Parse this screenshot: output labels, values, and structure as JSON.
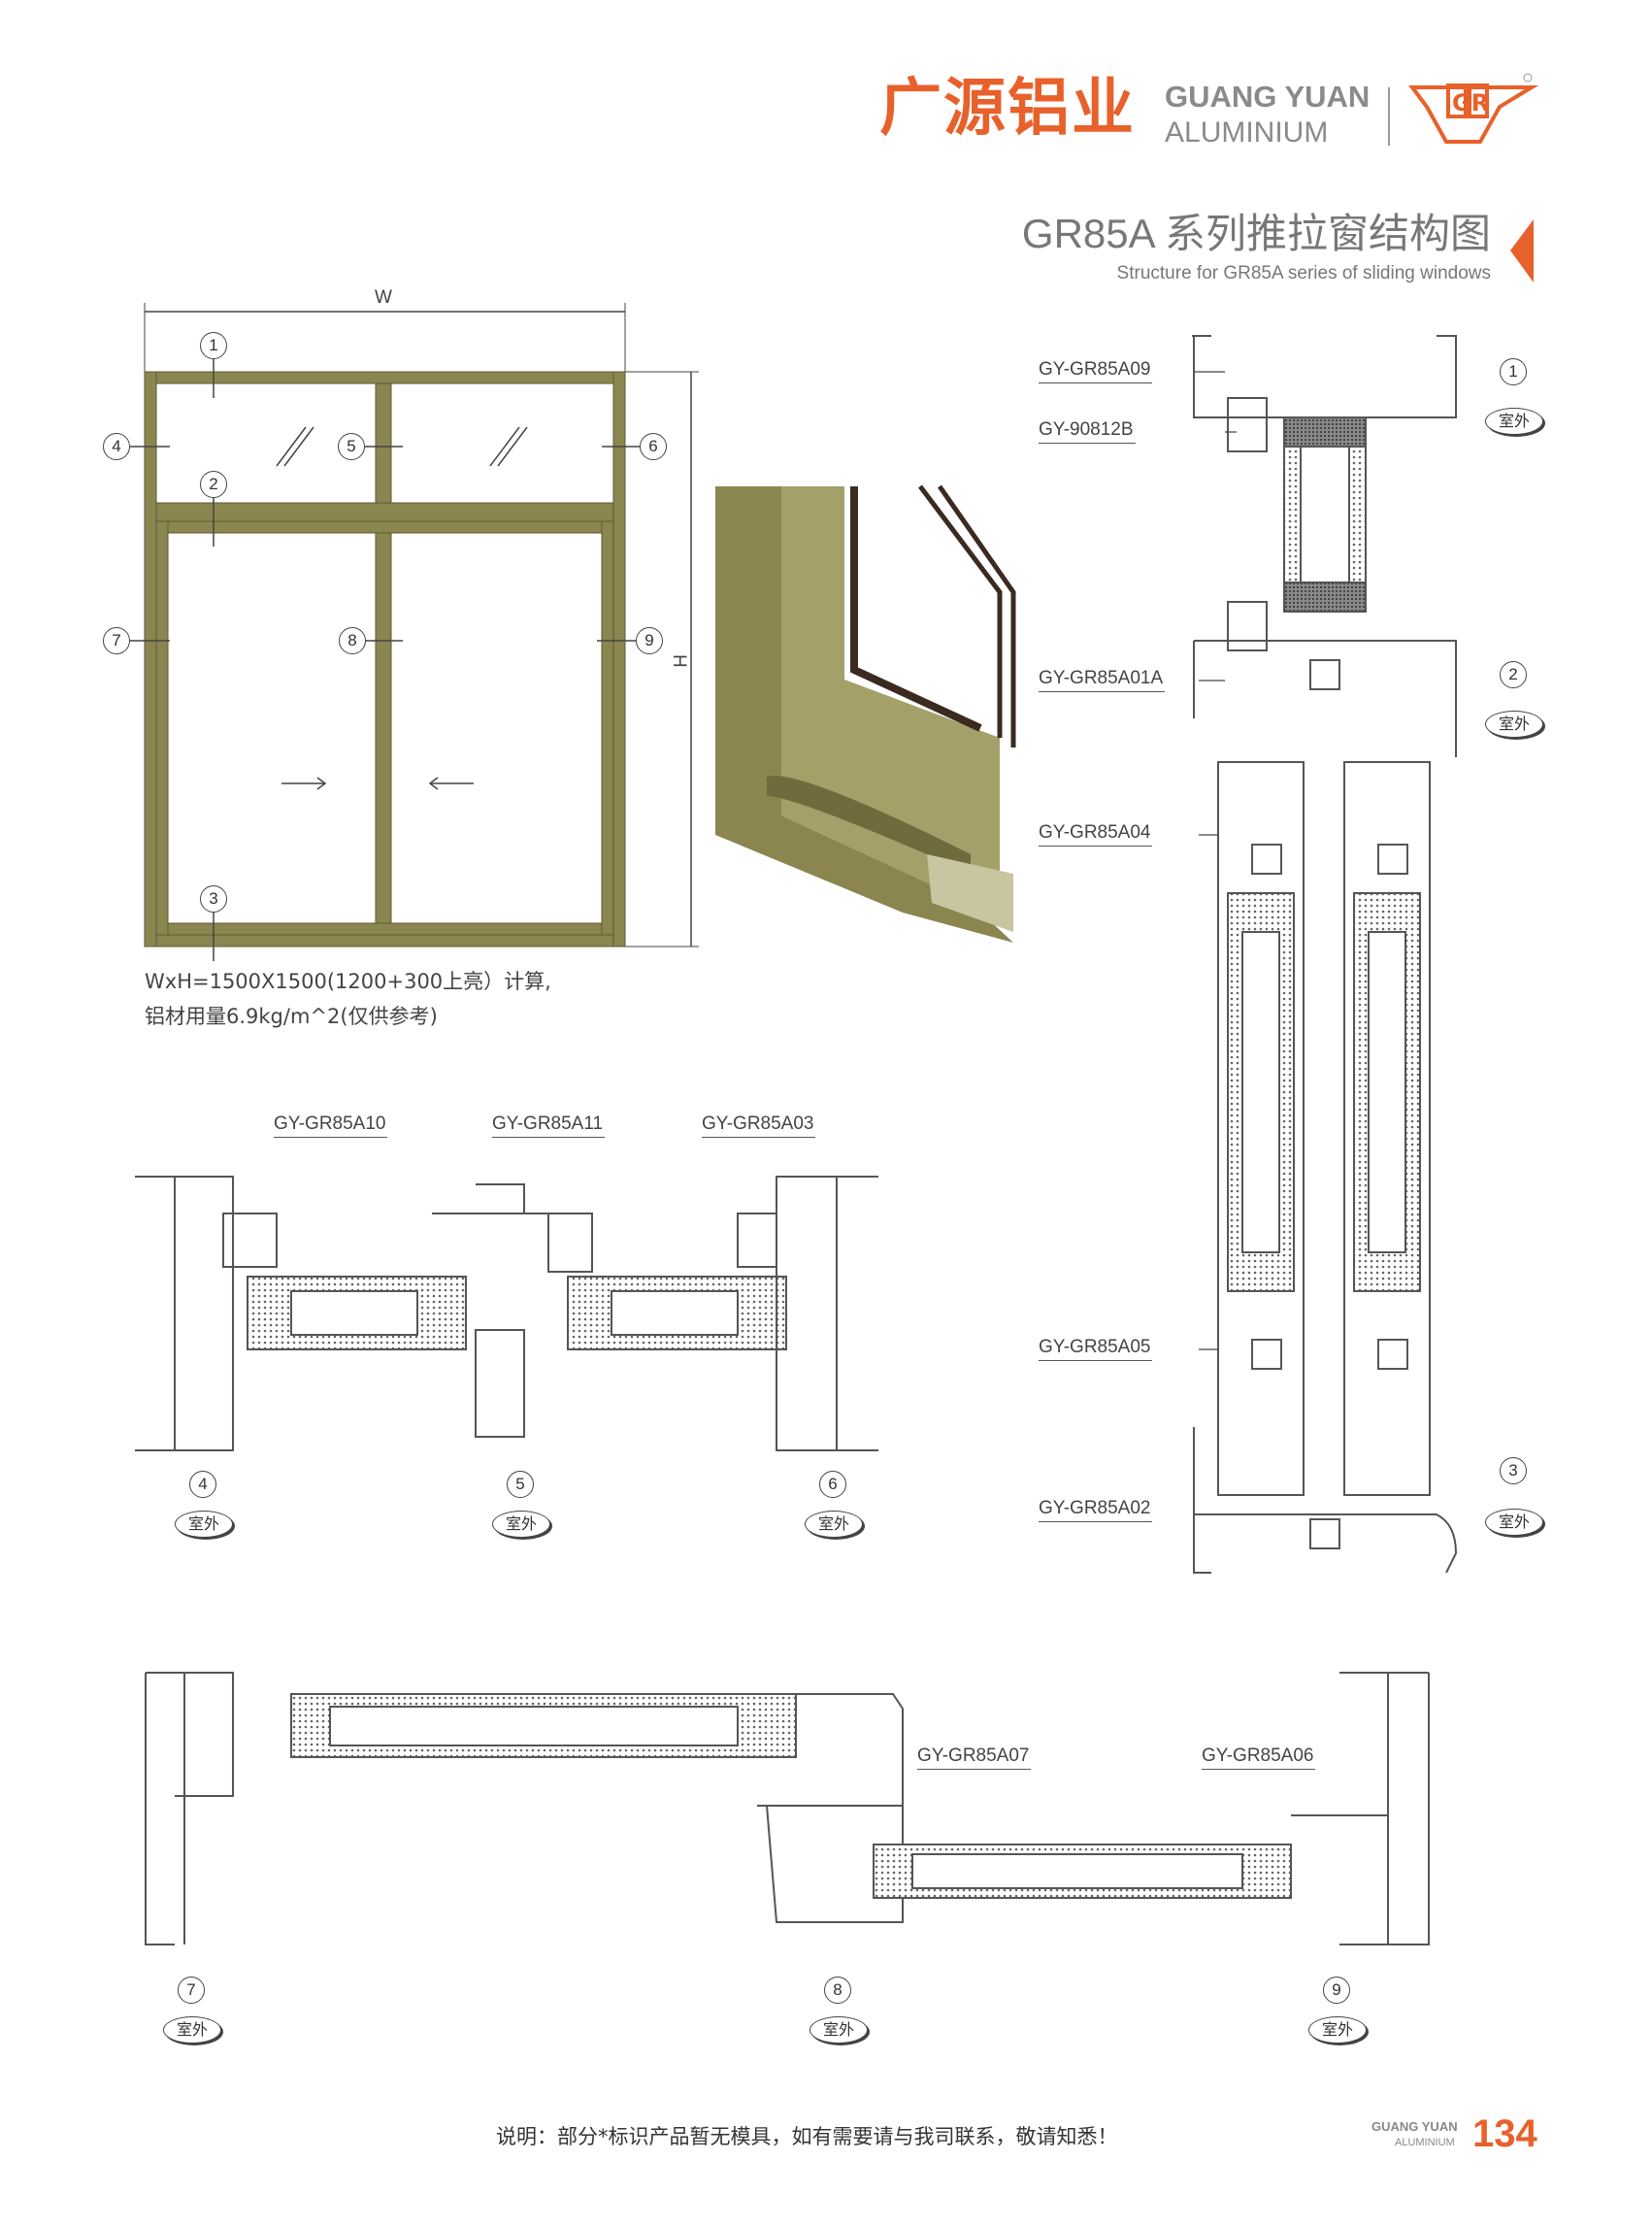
{
  "header": {
    "brand_cn": "广源铝业",
    "brand_en_line1": "GUANG YUAN",
    "brand_en_line2": "ALUMINIUM",
    "logo_mark": "GR",
    "title": "GR85A 系列推拉窗结构图",
    "subtitle": "Structure for GR85A series of sliding windows"
  },
  "elevation": {
    "width_label": "W",
    "height_label": "H",
    "callouts": [
      "1",
      "2",
      "3",
      "4",
      "5",
      "6",
      "7",
      "8",
      "9"
    ],
    "note_line1": "WxH=1500X1500(1200+300上亮）计算,",
    "note_line2": "铝材用量6.9kg/m^2(仅供参考)"
  },
  "vertical_section": {
    "labels": [
      "GY-GR85A09",
      "GY-90812B",
      "GY-GR85A01A",
      "GY-GR85A04",
      "GY-GR85A05",
      "GY-GR85A02"
    ],
    "callouts": [
      "1",
      "2",
      "3"
    ],
    "outdoor": "室外"
  },
  "horizontal_section_upper": {
    "labels": [
      "GY-GR85A10",
      "GY-GR85A11",
      "GY-GR85A03"
    ],
    "callouts": [
      "4",
      "5",
      "6"
    ],
    "outdoor": "室外"
  },
  "horizontal_section_lower": {
    "labels": [
      "GY-GR85A07",
      "GY-GR85A06"
    ],
    "callouts": [
      "7",
      "8",
      "9"
    ],
    "outdoor": "室外"
  },
  "footer": {
    "note": "说明：部分*标识产品暂无模具，如有需要请与我司联系，敬请知悉！",
    "brand_en_line1": "GUANG YUAN",
    "brand_en_line2": "ALUMINIUM",
    "page_number": "134"
  },
  "colors": {
    "accent": "#e8612b",
    "frame": "#8b8650",
    "line": "#555555"
  }
}
